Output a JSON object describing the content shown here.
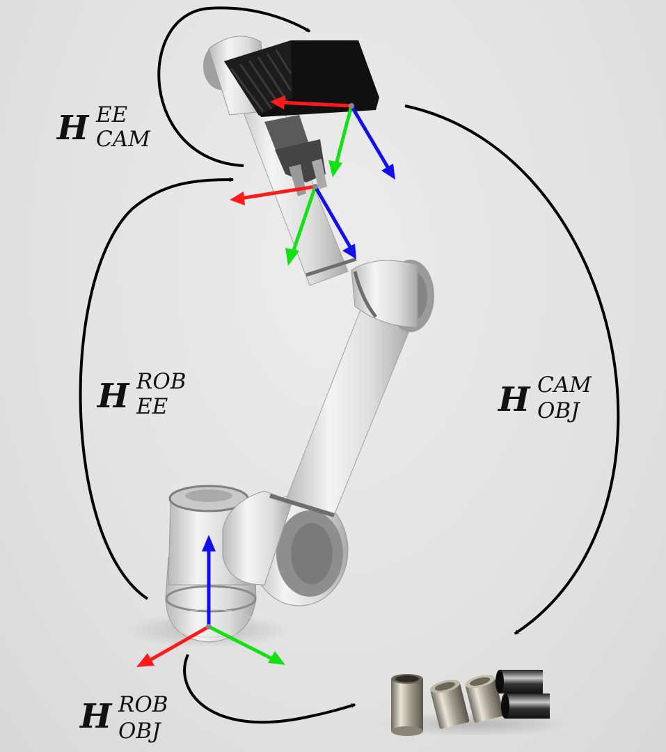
{
  "transforms": [
    {
      "id": "ee-cam",
      "base": "H",
      "sup": "EE",
      "sub": "CAM"
    },
    {
      "id": "rob-ee",
      "base": "H",
      "sup": "ROB",
      "sub": "EE"
    },
    {
      "id": "cam-obj",
      "base": "H",
      "sup": "CAM",
      "sub": "OBJ"
    },
    {
      "id": "rob-obj",
      "base": "H",
      "sup": "ROB",
      "sub": "OBJ"
    }
  ],
  "axis_colors": {
    "x": "#ff1a1a",
    "y": "#14e014",
    "z": "#1010ee"
  },
  "icons": [
    "robot-arm-icon",
    "depth-camera-icon",
    "gripper-icon",
    "cylinder-objects-icon"
  ]
}
